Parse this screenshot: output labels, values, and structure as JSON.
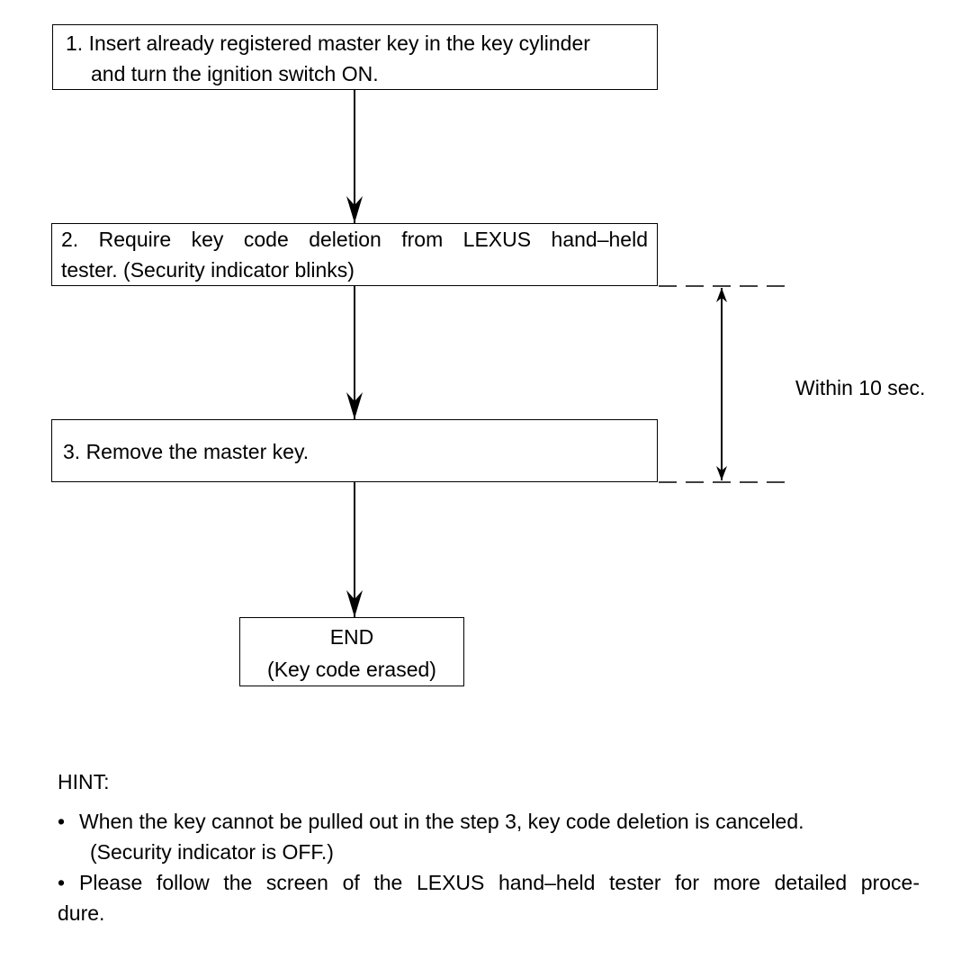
{
  "steps": {
    "step1": {
      "line1": "1. Insert already registered master key in the key cylinder",
      "line2": "and turn the ignition switch ON."
    },
    "step2": {
      "line1": "2. Require key code deletion from LEXUS hand–held",
      "line2": "tester. (Security indicator blinks)"
    },
    "step3": {
      "line1": "3. Remove the master key."
    },
    "end": {
      "line1": "END",
      "line2": "(Key code erased)"
    }
  },
  "timing": {
    "label": "Within 10 sec."
  },
  "hint": {
    "title": "HINT:",
    "bullet": "•",
    "items": [
      {
        "line1": "When the key cannot be pulled out in the step 3, key code deletion is canceled.",
        "line2": "(Security indicator is OFF.)"
      },
      {
        "line1": "Please follow the screen of the LEXUS hand–held tester for more detailed proce-",
        "line2": "dure."
      }
    ]
  }
}
